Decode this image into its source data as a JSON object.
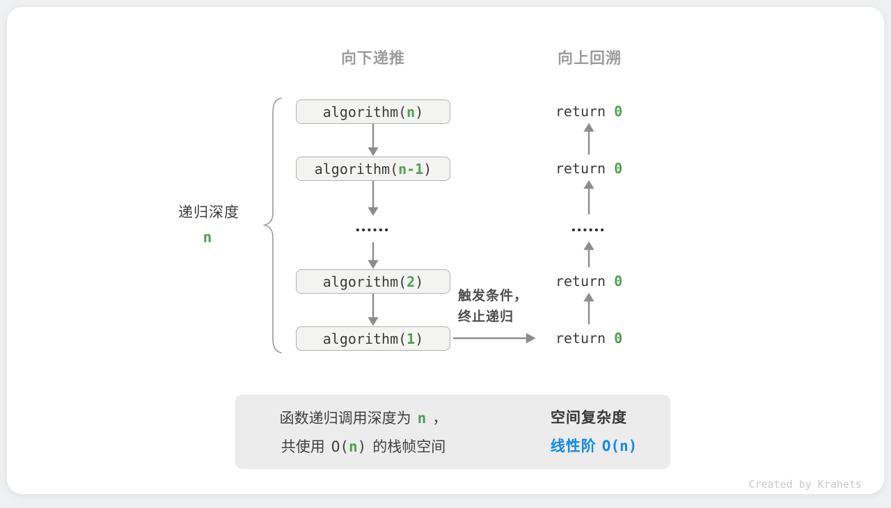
{
  "headers": {
    "down": "向下递推",
    "up": "向上回溯"
  },
  "depth_label": {
    "text": "递归深度",
    "value": "n"
  },
  "call_stack": {
    "calls": [
      {
        "prefix": "algorithm(",
        "arg": "n",
        "suffix": ")"
      },
      {
        "prefix": "algorithm(",
        "arg": "n-1",
        "suffix": ")"
      },
      {
        "prefix": "algorithm(",
        "arg": "2",
        "suffix": ")"
      },
      {
        "prefix": "algorithm(",
        "arg": "1",
        "suffix": ")"
      }
    ],
    "ellipsis": "••••••"
  },
  "returns": {
    "items": [
      {
        "keyword": "return",
        "value": "0"
      },
      {
        "keyword": "return",
        "value": "0"
      },
      {
        "keyword": "return",
        "value": "0"
      },
      {
        "keyword": "return",
        "value": "0"
      }
    ],
    "ellipsis": "••••••"
  },
  "trigger": {
    "line1": "触发条件，",
    "line2": "终止递归"
  },
  "summary": {
    "line1": {
      "pre": "函数递归调用深度为",
      "var": "n",
      "post": "，"
    },
    "line2": {
      "pre": "共使用",
      "o_open": "O(",
      "var": "n",
      "o_close": ")",
      "post": "的栈帧空间"
    }
  },
  "result": {
    "title": "空间复杂度",
    "label": "线性阶",
    "value": "O(n)"
  },
  "watermark": "Created by Krahets",
  "colors": {
    "green": "#4ea051",
    "blue": "#1289e3",
    "arrow_gray": "#8c8c8c",
    "header_gray": "#9c9c9c"
  }
}
